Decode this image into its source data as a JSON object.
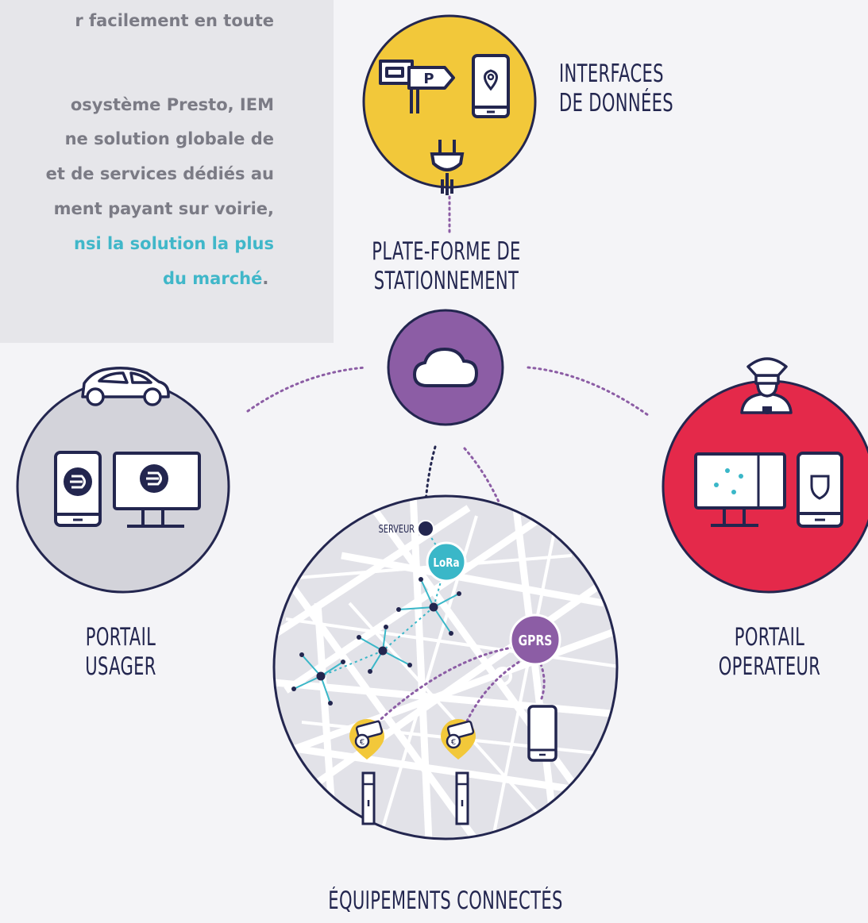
{
  "intro": {
    "line1": "r facilement en toute",
    "line2": "osystème Presto, IEM",
    "line3": "ne solution globale de",
    "line4": "et de services dédiés au",
    "line5": "ment payant sur voirie,",
    "line6": "nsi la solution la plus",
    "line7": "du marché",
    "line7_tail": "."
  },
  "nodes": {
    "interfaces": {
      "line1": "INTERFACES",
      "line2": "DE DONNÉES",
      "color": "#f2c83a"
    },
    "platform": {
      "line1": "PLATE-FORME DE",
      "line2": "STATIONNEMENT",
      "color": "#8c5da5"
    },
    "user_portal": {
      "line1": "PORTAIL",
      "line2": "USAGER",
      "color": "#d3d3da"
    },
    "operator_portal": {
      "line1": "PORTAIL",
      "line2": "OPERATEUR",
      "color": "#e4294a"
    },
    "equipment": {
      "label": "ÉQUIPEMENTS CONNECTÉS"
    }
  },
  "map": {
    "server_label": "SERVEUR",
    "lora_label": "LoRa",
    "gprs_label": "GPRS",
    "lora_color": "#3ab7c8",
    "gprs_color": "#8c5da5",
    "euro_symbol": "€"
  },
  "icons": {
    "signpost_letter": "P"
  },
  "colors": {
    "navy": "#23264f",
    "dotted_link": "#8c5da5"
  }
}
